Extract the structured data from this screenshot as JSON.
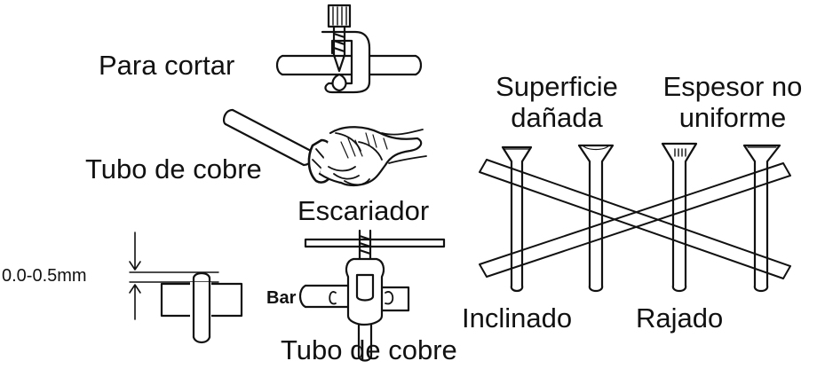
{
  "labels": {
    "cut": "Para cortar",
    "copper_tube_1": "Tubo de cobre",
    "reamer": "Escariador",
    "measure": "0.0-0.5mm",
    "bar": "Bar",
    "copper_tube_2": "Tubo de cobre",
    "damaged_line1": "Superficie",
    "damaged_line2": "dañada",
    "uneven_line1": "Espesor no",
    "uneven_line2": "uniforme",
    "inclined": "Inclinado",
    "cracked": "Rajado"
  },
  "colors": {
    "ink": "#111111",
    "background": "#ffffff"
  }
}
